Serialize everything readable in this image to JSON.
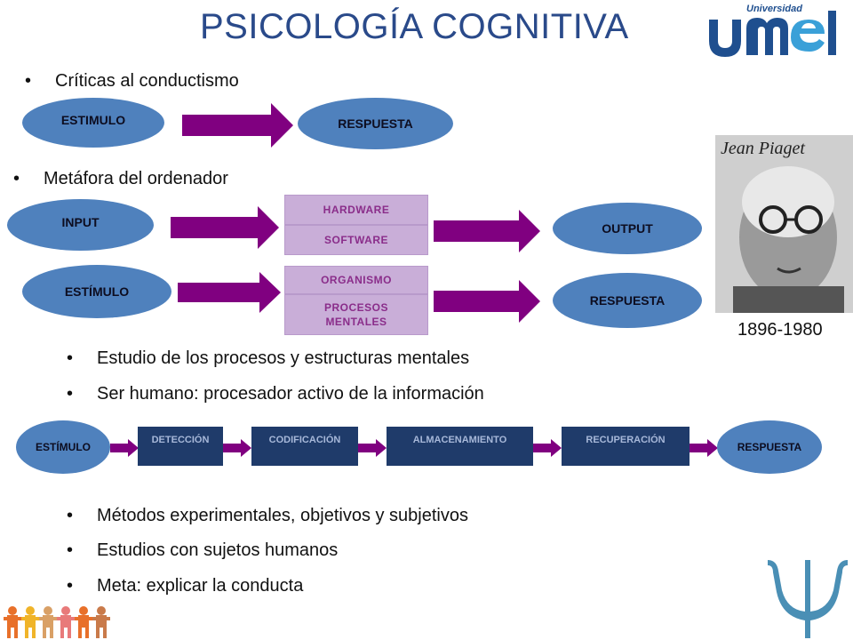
{
  "header": {
    "title": "PSICOLOGÍA COGNITIVA",
    "logo_small": "Universidad",
    "logo_big": "UMEL"
  },
  "section1": {
    "bullet": "Críticas al conductismo",
    "nodes": [
      "ESTIMULO",
      "RESPUESTA"
    ]
  },
  "section2": {
    "bullet": "Metáfora del ordenador",
    "row1": {
      "in": "INPUT",
      "box_top": "HARDWARE",
      "box_bottom": "SOFTWARE",
      "out": "OUTPUT"
    },
    "row2": {
      "in": "ESTÍMULO",
      "box_top": "ORGANISMO",
      "box_bottom": "PROCESOS MENTALES",
      "out": "RESPUESTA"
    }
  },
  "portrait": {
    "signature": "Jean Piaget",
    "years": "1896-1980"
  },
  "bullets_mid": [
    "Estudio de los procesos y estructuras mentales",
    "Ser humano: procesador activo de la información"
  ],
  "flow": {
    "start": "ESTÍMULO",
    "steps": [
      "DETECCIÓN",
      "CODIFICACIÓN",
      "ALMACENAMIENTO",
      "RECUPERACIÓN"
    ],
    "end": "RESPUESTA"
  },
  "bullets_bottom": [
    "Métodos experimentales, objetivos y subjetivos",
    "Estudios con sujetos humanos",
    "Meta: explicar la conducta"
  ],
  "colors": {
    "title": "#2a4a8a",
    "ellipse": "#4f81bd",
    "arrow": "#800080",
    "process_box": "#c9aed8",
    "flow_box": "#1f3b6a",
    "psi": "#4a8fb5"
  },
  "icons": [
    "psi-symbol-icon",
    "paper-people-chain-icon"
  ]
}
